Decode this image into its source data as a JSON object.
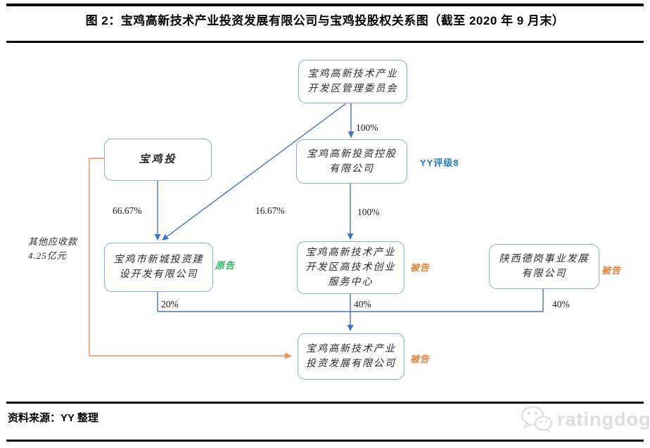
{
  "title": "图 2：宝鸡高新技术产业投资发展有限公司与宝鸡投股权关系图（截至 2020 年 9 月末）",
  "nodes": {
    "committee": {
      "line1": "宝鸡高新技术产业",
      "line2": "开发区管理委员会"
    },
    "holding": {
      "line1": "宝鸡高新投资控股",
      "line2": "有限公司"
    },
    "baojitou": {
      "label": "宝鸡投"
    },
    "xincheng": {
      "line1": "宝鸡市新城投资建",
      "line2": "设开发有限公司"
    },
    "chuangye": {
      "line1": "宝鸡高新技术产业",
      "line2": "开发区高技术创业",
      "line3": "服务中心"
    },
    "degang": {
      "line1": "陕西德岗事业发展",
      "line2": "有限公司"
    },
    "target": {
      "line1": "宝鸡高新技术产业",
      "line2": "投资发展有限公司"
    }
  },
  "edge_labels": {
    "committee_to_holding": "100%",
    "holding_to_chuangye": "100%",
    "baojitou_to_xincheng": "66.67%",
    "committee_to_xincheng": "16.67%",
    "xincheng_to_target": "20%",
    "chuangye_to_target": "40%",
    "degang_to_target": "40%"
  },
  "annotations": {
    "yy_rating": "YY评级8",
    "plaintiff": "原告",
    "defendant_chuangye": "被告",
    "defendant_degang": "被告",
    "defendant_target": "被告",
    "receivable_line1": "其他应收款",
    "receivable_line2": "4.25亿元"
  },
  "footer": {
    "source": "资料来源：YY 整理",
    "logo_text": "ratingdog",
    "logo_icon": "wechat-icon"
  },
  "colors": {
    "box_border": "#8FAADC",
    "blue_line": "#4472C4",
    "orange_line": "#EC9355",
    "green_label": "#2FB46A",
    "orange_label": "#ED7D31",
    "rating_blue": "#1F7CC7"
  }
}
